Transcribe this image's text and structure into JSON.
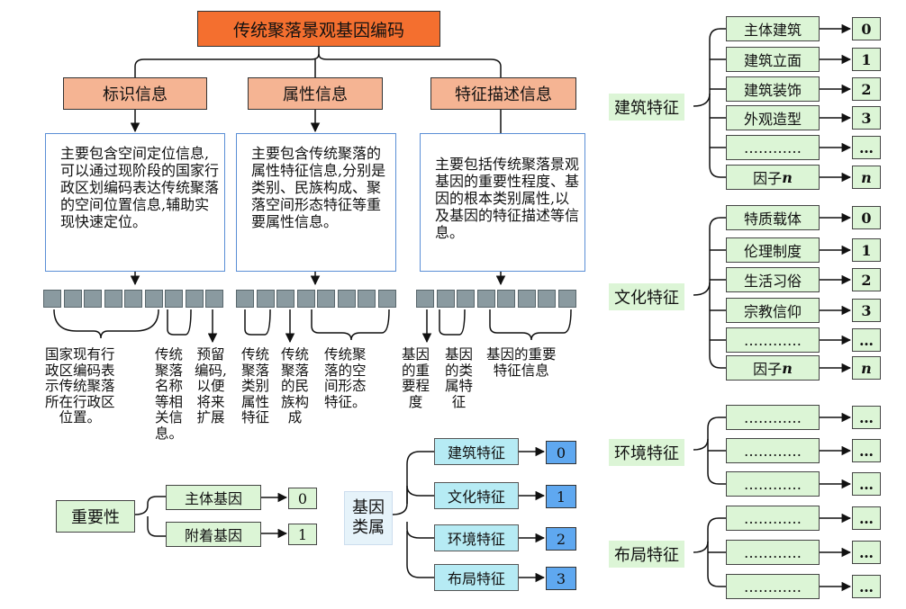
{
  "title": "传统聚落景观基因编码",
  "categories": [
    "标识信息",
    "属性信息",
    "特征描述信息"
  ],
  "descriptions": [
    "主要包含空间定位信息,可以通过现阶段的国家行政区划编码表达传统聚落的空间位置信息,辅助实现快速定位。",
    "主要包含传统聚落的属性特征信息,分别是类别、民族构成、聚落空间形态特征等重要属性信息。",
    "主要包括传统聚落景观基因的重要性程度、基因的根本类别属性,以及基因的特征描述等信息。"
  ],
  "code_labels": [
    "国家现有行\n政区编码表\n示传统聚落\n所在行政区\n位置。",
    "传统\n聚落\n名称\n等相\n关信\n息。",
    "预留\n编码,\n以便\n将来\n扩展",
    "传统\n聚落\n类别\n属性\n特征",
    "传统\n聚落\n的民\n族构\n成",
    "传统聚\n落的空\n间形态\n特征。",
    "基因\n的重\n要程\n度",
    "基因\n的类\n属特\n征",
    "基因的重要\n特征信息"
  ],
  "importance": {
    "label": "重要性",
    "items": [
      {
        "name": "主体基因",
        "code": "0"
      },
      {
        "name": "附着基因",
        "code": "1"
      }
    ]
  },
  "gene_class": {
    "label": "基因\n类属",
    "items": [
      {
        "name": "建筑特征",
        "code": "0"
      },
      {
        "name": "文化特征",
        "code": "1"
      },
      {
        "name": "环境特征",
        "code": "2"
      },
      {
        "name": "布局特征",
        "code": "3"
      }
    ]
  },
  "feature_groups": [
    {
      "label": "建筑特征",
      "items": [
        {
          "name": "主体建筑",
          "code": "0"
        },
        {
          "name": "建筑立面",
          "code": "1"
        },
        {
          "name": "建筑装饰",
          "code": "2"
        },
        {
          "name": "外观造型",
          "code": "3"
        },
        {
          "name": "…………",
          "code": "…"
        },
        {
          "name": "因子",
          "name_suffix": "n",
          "code": "n"
        }
      ]
    },
    {
      "label": "文化特征",
      "items": [
        {
          "name": "特质载体",
          "code": "0"
        },
        {
          "name": "伦理制度",
          "code": "1"
        },
        {
          "name": "生活习俗",
          "code": "2"
        },
        {
          "name": "宗教信仰",
          "code": "3"
        },
        {
          "name": "…………",
          "code": "…"
        },
        {
          "name": "因子",
          "name_suffix": "n",
          "code": "n"
        }
      ]
    },
    {
      "label": "环境特征",
      "items": [
        {
          "name": "…………",
          "code": "…"
        },
        {
          "name": "…………",
          "code": "…"
        },
        {
          "name": "…………",
          "code": "…"
        }
      ]
    },
    {
      "label": "布局特征",
      "items": [
        {
          "name": "…………",
          "code": "…"
        },
        {
          "name": "…………",
          "code": "…"
        },
        {
          "name": "…………",
          "code": "…"
        }
      ]
    }
  ],
  "colors": {
    "title": "#f46f2f",
    "category": "#f5b493",
    "code_cell": "#8a9aa0",
    "green": "#dcf5d6",
    "light_blue": "#b6ebf4",
    "dark_blue": "#5fa8f0",
    "desc_border": "#5b8fd6"
  }
}
